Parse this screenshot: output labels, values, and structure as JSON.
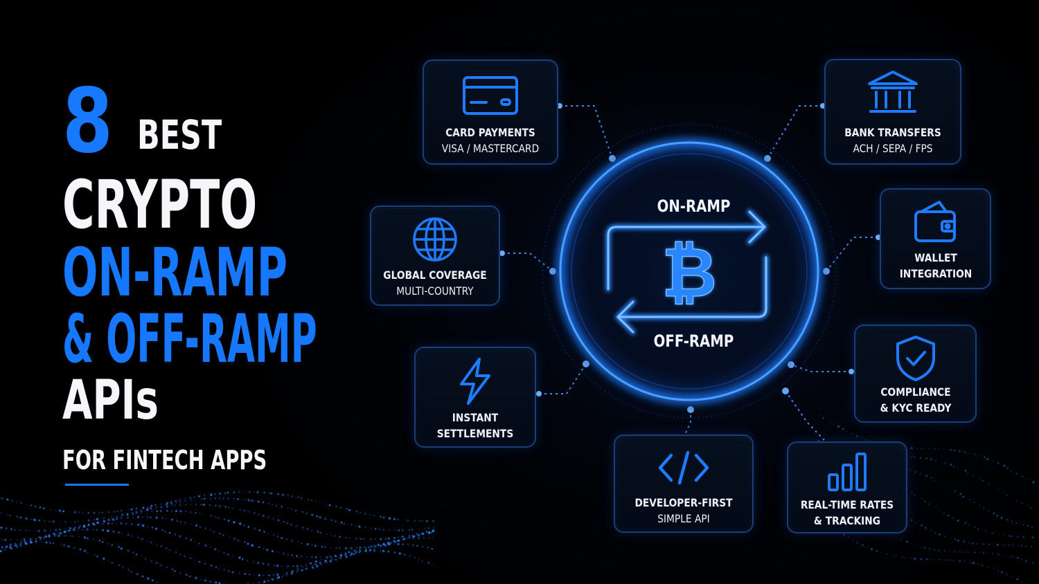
{
  "headline": {
    "number": "8",
    "word_best": "BEST",
    "line2": "CRYPTO",
    "line3": "ON-RAMP",
    "line4": "& OFF-RAMP",
    "line5": "APIs",
    "subtitle": "FOR FINTECH APPS"
  },
  "center": {
    "top_label": "ON-RAMP",
    "bottom_label": "OFF-RAMP",
    "icon": "bitcoin-icon"
  },
  "features": [
    {
      "id": "card-payments",
      "icon": "credit-card-icon",
      "line1": "CARD PAYMENTS",
      "line2": "VISA / MASTERCARD"
    },
    {
      "id": "bank-transfers",
      "icon": "bank-icon",
      "line1": "BANK TRANSFERS",
      "line2": "ACH / SEPA / FPS"
    },
    {
      "id": "global-coverage",
      "icon": "globe-icon",
      "line1": "GLOBAL COVERAGE",
      "line2": "MULTI-COUNTRY"
    },
    {
      "id": "wallet-integration",
      "icon": "wallet-icon",
      "line1": "WALLET",
      "line2": "INTEGRATION"
    },
    {
      "id": "instant-settlements",
      "icon": "lightning-icon",
      "line1": "INSTANT",
      "line2": "SETTLEMENTS"
    },
    {
      "id": "compliance-kyc",
      "icon": "shield-check-icon",
      "line1": "COMPLIANCE",
      "line2": "& KYC READY"
    },
    {
      "id": "developer-first",
      "icon": "code-icon",
      "line1": "DEVELOPER-FIRST",
      "line2": "SIMPLE API"
    },
    {
      "id": "real-time-rates",
      "icon": "bar-chart-icon",
      "line1": "REAL-TIME RATES",
      "line2": "& TRACKING"
    }
  ],
  "colors": {
    "accent": "#1677ff",
    "text": "#f4f6fa",
    "background": "#000000"
  }
}
